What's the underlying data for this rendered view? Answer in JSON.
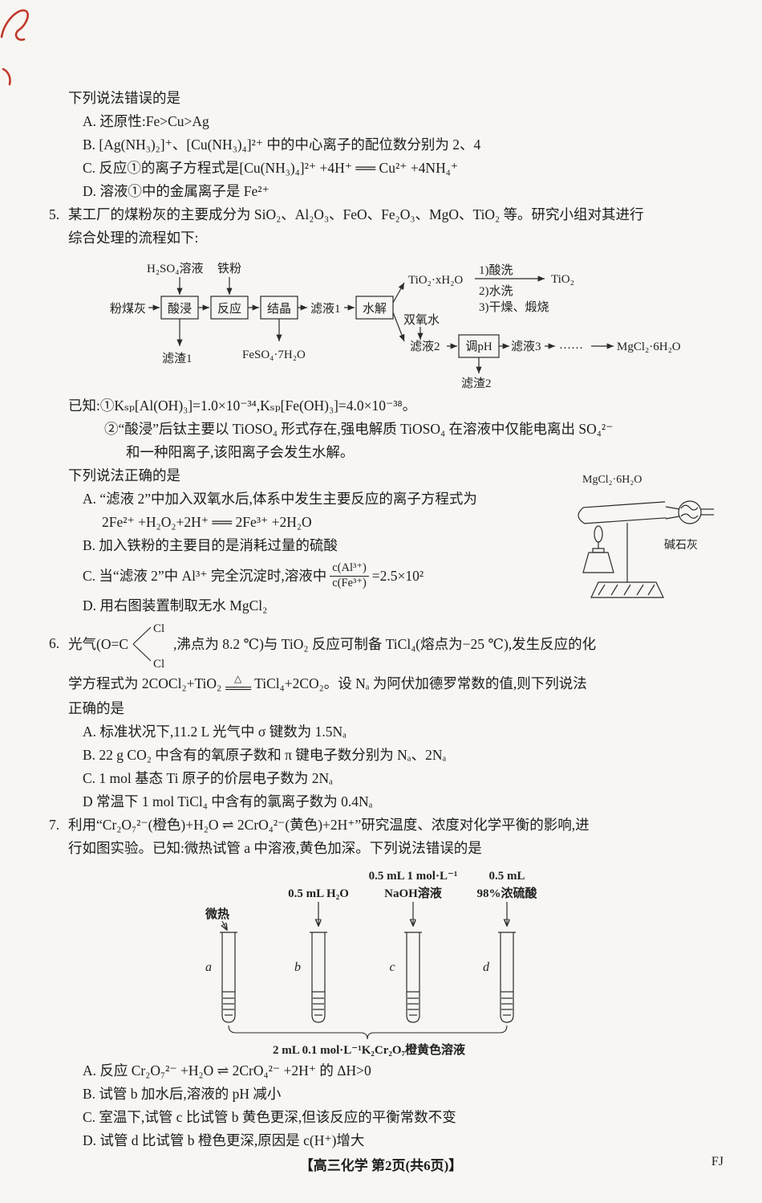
{
  "colors": {
    "paper": "#f7f6f2",
    "ink": "#1c1c1c",
    "scan_mark": "#c0392b"
  },
  "footer": {
    "center": "【高三化学 第2页(共6页)】",
    "right": "FJ"
  },
  "q4": {
    "stem": "下列说法错误的是",
    "options": [
      "A. 还原性:Fe>Cu>Ag",
      "B. [Ag(NH₃)₂]⁺、[Cu(NH₃)₄]²⁺ 中的中心离子的配位数分别为 2、4",
      "C. 反应①的离子方程式是[Cu(NH₃)₄]²⁺ +4H⁺ ══ Cu²⁺ +4NH₄⁺",
      "D. 溶液①中的金属离子是 Fe²⁺"
    ]
  },
  "q5": {
    "number": "5.",
    "stem1": "某工厂的煤粉灰的主要成分为 SiO₂、Al₂O₃、FeO、Fe₂O₃、MgO、TiO₂ 等。研究小组对其进行",
    "stem2": "综合处理的流程如下:",
    "flow": {
      "input": "粉煤灰",
      "reagent_acid": "H₂SO₄溶液",
      "reagent_iron": "铁粉",
      "box_leach": "酸浸",
      "box_react": "反应",
      "box_cryst": "结晶",
      "filtrate1": "滤液1",
      "box_hydrolysis": "水解",
      "residue1": "滤渣1",
      "product_feso4": "FeSO₄·7H₂O",
      "tio2_hydrate": "TiO₂·xH₂O",
      "steps": [
        "1)酸洗",
        "2)水洗",
        "3)干燥、煅烧"
      ],
      "product_tio2": "TiO₂",
      "h2o2": "双氧水",
      "filtrate2": "滤液2",
      "box_ph": "调pH",
      "filtrate3": "滤液3",
      "dots": "……",
      "product_mgcl2": "MgCl₂·6H₂O",
      "residue2": "滤渣2"
    },
    "known1": "已知:①Kₛₚ[Al(OH)₃]=1.0×10⁻³⁴,Kₛₚ[Fe(OH)₃]=4.0×10⁻³⁸。",
    "known2": "②“酸浸”后钛主要以 TiOSO₄ 形式存在,强电解质 TiOSO₄ 在溶液中仅能电离出 SO₄²⁻",
    "known3": "和一种阳离子,该阳离子会发生水解。",
    "ask": "下列说法正确的是",
    "optA1": "A. “滤液 2”中加入双氧水后,体系中发生主要反应的离子方程式为",
    "optA2": "2Fe²⁺ +H₂O₂+2H⁺ ══ 2Fe³⁺ +2H₂O",
    "optB": "B. 加入铁粉的主要目的是消耗过量的硫酸",
    "optC_pre": "C. 当“滤液 2”中 Al³⁺ 完全沉淀时,溶液中",
    "optC_num": "c(Al³⁺)",
    "optC_den": "c(Fe³⁺)",
    "optC_post": "=2.5×10²",
    "optD": "D. 用右图装置制取无水 MgCl₂",
    "apparatus": {
      "top_label": "MgCl₂·6H₂O",
      "right_label": "碱石灰"
    }
  },
  "q6": {
    "number": "6.",
    "pre": "光气(O=C",
    "cl_top": "Cl",
    "cl_bottom": "Cl",
    "post": ",沸点为 8.2 ℃)与 TiO₂ 反应可制备 TiCl₄(熔点为−25 ℃),发生反应的化",
    "line2_pre": "学方程式为 2COCl₂+TiO₂",
    "eq_cond": "△",
    "eq_sign": "═══",
    "line2_post": "TiCl₄+2CO₂。设 Nₐ 为阿伏加德罗常数的值,则下列说法",
    "line3": "正确的是",
    "options": [
      "A. 标准状况下,11.2 L 光气中 σ 键数为 1.5Nₐ",
      "B. 22 g CO₂ 中含有的氧原子数和 π 键电子数分别为 Nₐ、2Nₐ",
      "C. 1 mol 基态 Ti 原子的价层电子数为 2Nₐ",
      "D 常温下 1 mol TiCl₄ 中含有的氯离子数为 0.4Nₐ"
    ]
  },
  "q7": {
    "number": "7.",
    "stem1": "利用“Cr₂O₇²⁻(橙色)+H₂O ⇌ 2CrO₄²⁻(黄色)+2H⁺”研究温度、浓度对化学平衡的影响,进",
    "stem2": "行如图实验。已知:微热试管 a 中溶液,黄色加深。下列说法错误的是",
    "diagram": {
      "heat": "微热",
      "label_b": "0.5 mL H₂O",
      "label_c1": "0.5 mL 1 mol·L⁻¹",
      "label_c2": "NaOH溶液",
      "label_d1": "0.5 mL",
      "label_d2": "98%浓硫酸",
      "tubes": [
        "a",
        "b",
        "c",
        "d"
      ],
      "solution": "2 mL 0.1 mol·L⁻¹K₂Cr₂O₇橙黄色溶液"
    },
    "options": [
      "A. 反应 Cr₂O₇²⁻ +H₂O ⇌ 2CrO₄²⁻ +2H⁺ 的 ΔH>0",
      "B. 试管 b 加水后,溶液的 pH 减小",
      "C. 室温下,试管 c 比试管 b 黄色更深,但该反应的平衡常数不变",
      "D. 试管 d 比试管 b 橙色更深,原因是 c(H⁺)增大"
    ]
  }
}
